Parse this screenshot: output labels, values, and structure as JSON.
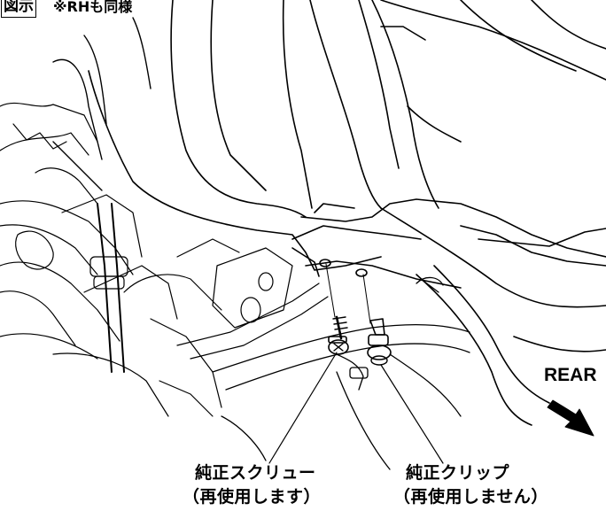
{
  "header": {
    "title": "図示",
    "note": "※RHも同様"
  },
  "direction_label": "REAR",
  "callouts": {
    "screw": {
      "line1": "純正スクリュー",
      "line2": "（再使用します）"
    },
    "clip": {
      "line1": "純正クリップ",
      "line2": "（再使用しません）"
    }
  },
  "colors": {
    "ink": "#000000",
    "paper": "#ffffff"
  },
  "icons": [
    "rear-arrow-icon"
  ]
}
